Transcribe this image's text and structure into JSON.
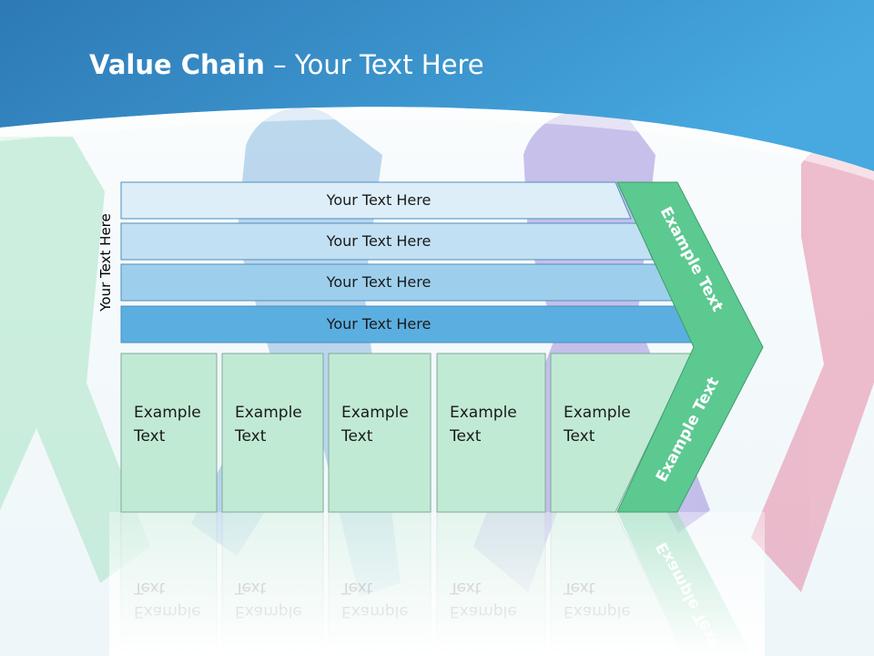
{
  "slide": {
    "title_bold": "Value Chain",
    "title_rest": " – Your Text Here",
    "vertical_label": "Your Text Here"
  },
  "rows": [
    {
      "label": "Your Text Here",
      "fill": "#ddeef8"
    },
    {
      "label": "Your Text Here",
      "fill": "#c2e0f3"
    },
    {
      "label": "Your Text Here",
      "fill": "#9dcfec"
    },
    {
      "label": "Your Text Here",
      "fill": "#5baee0"
    }
  ],
  "boxes": [
    {
      "line1": "Example",
      "line2": "Text"
    },
    {
      "line1": "Example",
      "line2": "Text"
    },
    {
      "line1": "Example",
      "line2": "Text"
    },
    {
      "line1": "Example",
      "line2": "Text"
    },
    {
      "line1": "Example",
      "line2": "Text"
    }
  ],
  "arrow": {
    "upper_label": "Example Text",
    "lower_label": "Example Text"
  },
  "colors": {
    "header_blue": "#2f8fc9",
    "box_green": "#c1ead5",
    "arrow_green": "#5cc991",
    "ribbon_green": "#a8e4c4",
    "ribbon_blue": "#8ab9e0",
    "ribbon_purple": "#9e8fdc",
    "ribbon_pink": "#e58aa6"
  }
}
